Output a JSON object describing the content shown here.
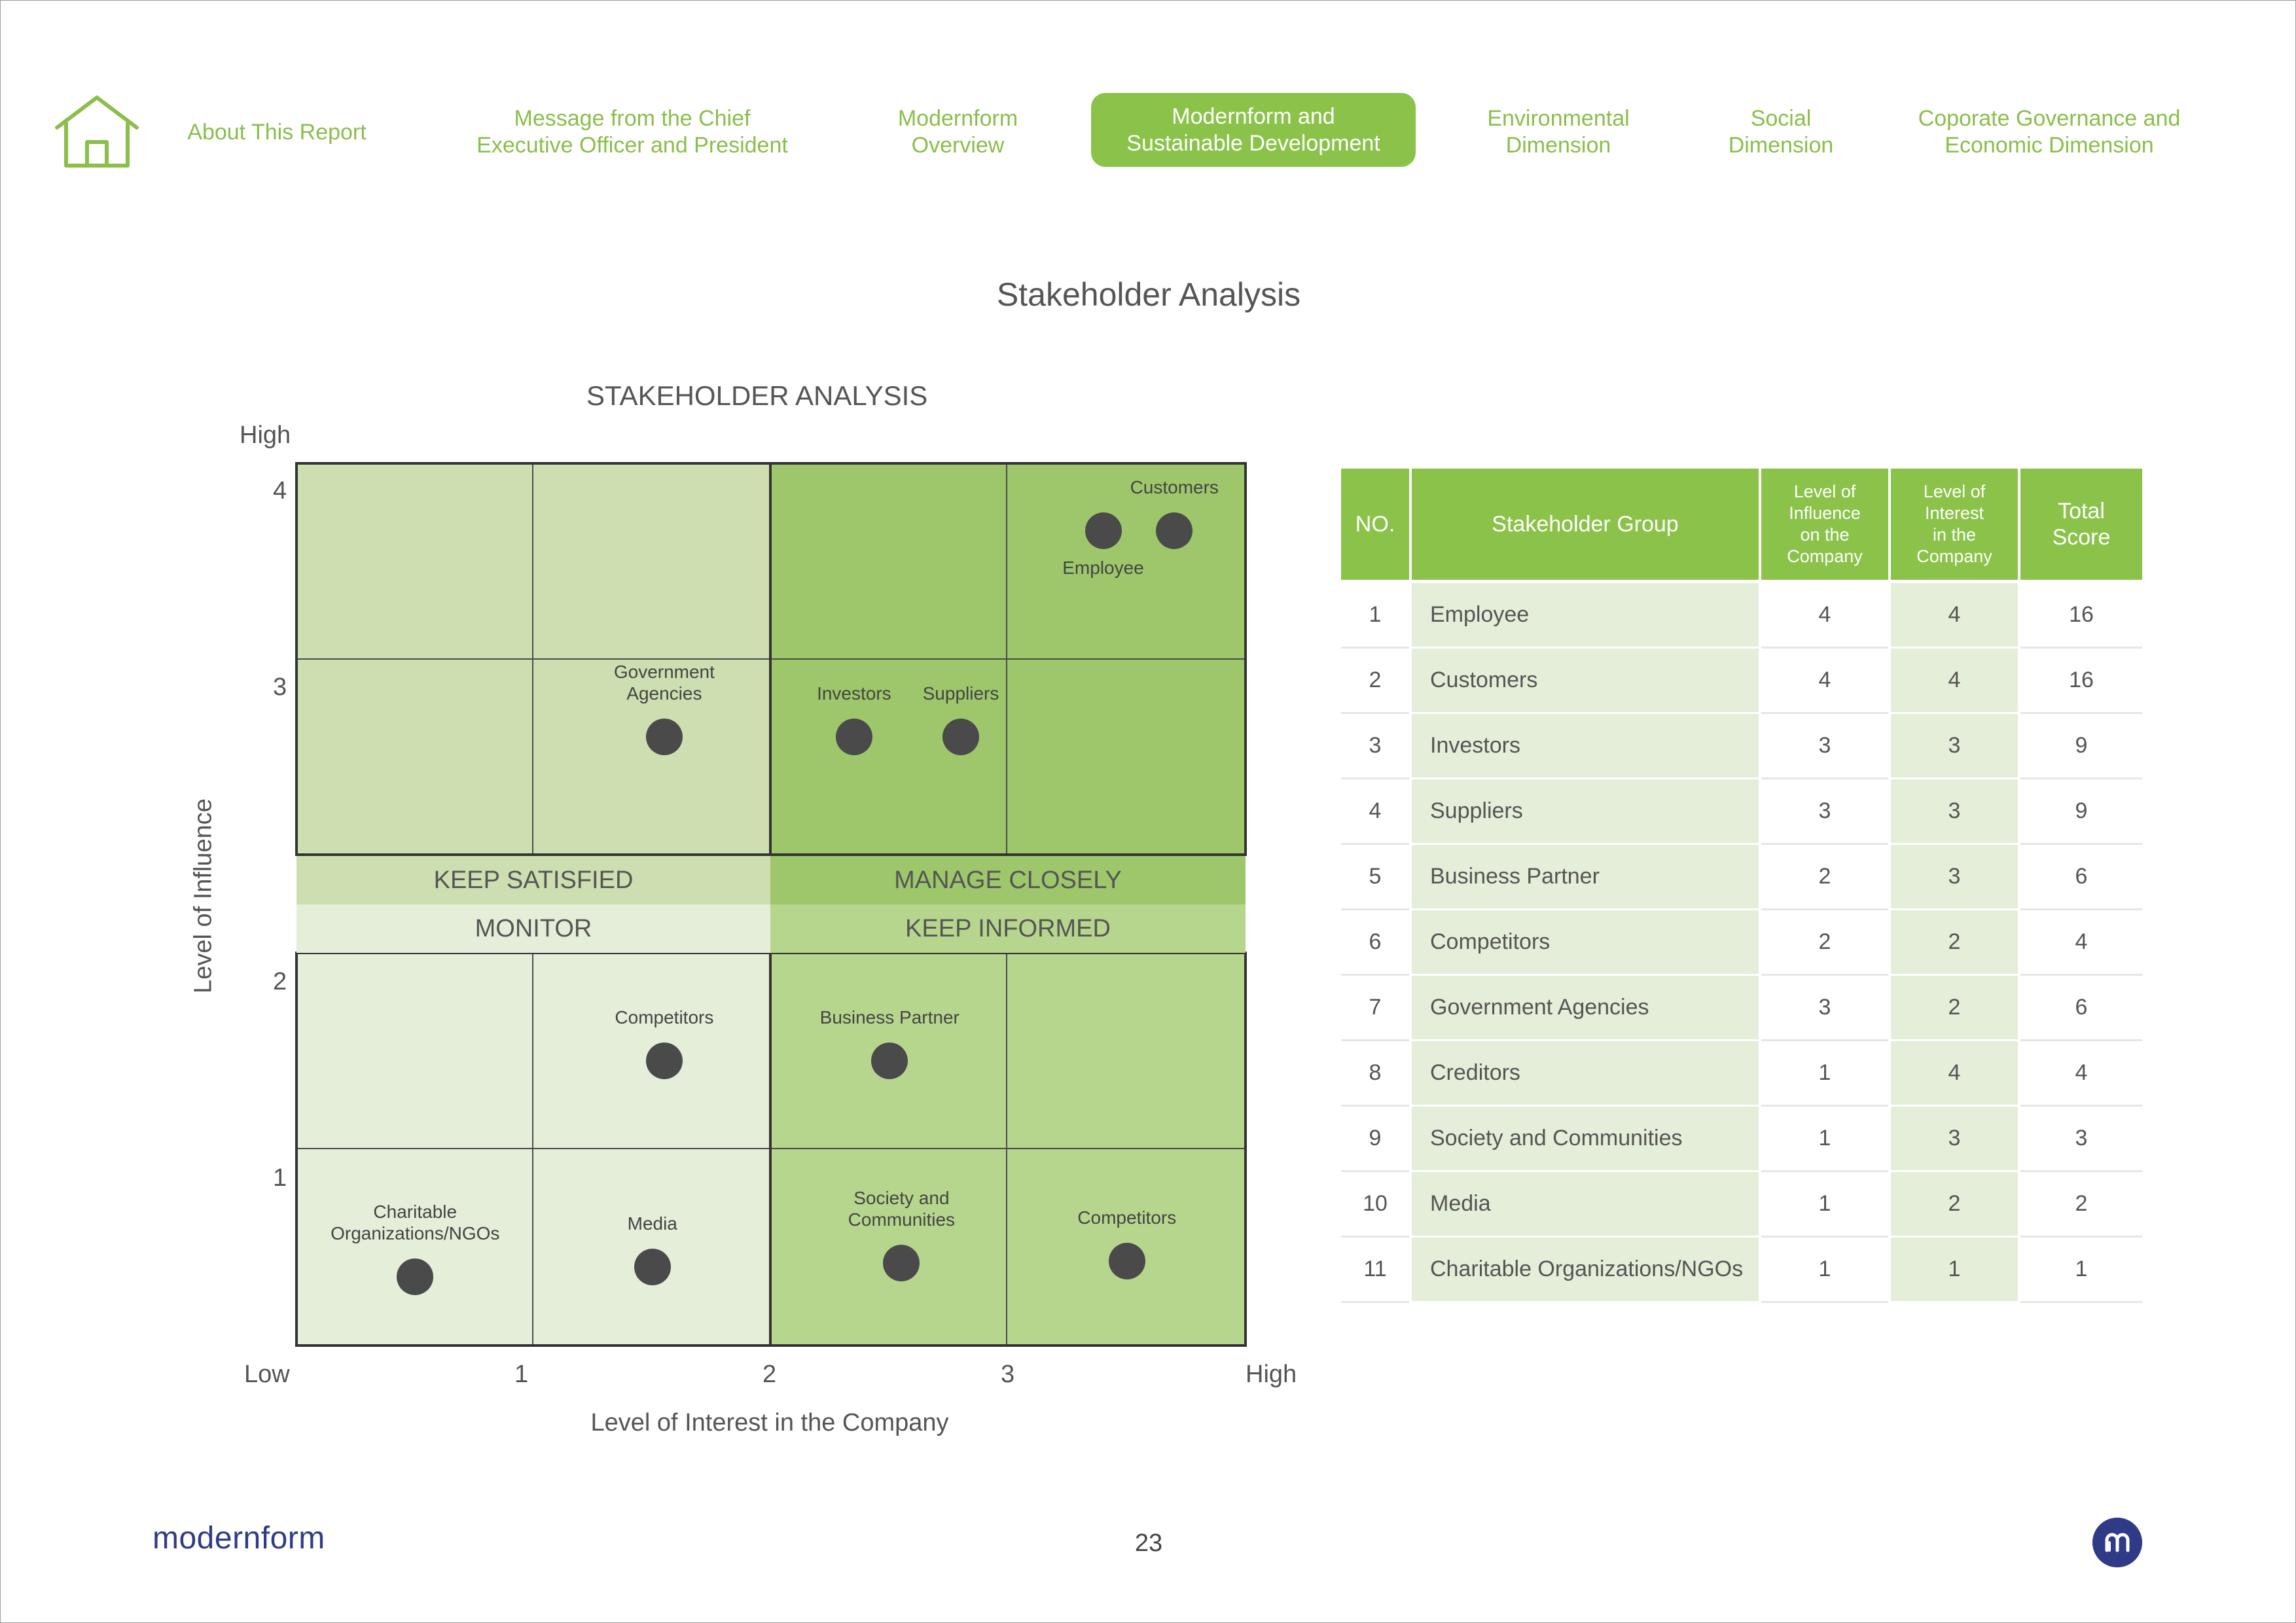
{
  "nav": {
    "items": [
      {
        "label": "About This Report"
      },
      {
        "label": "Message from the Chief\nExecutive Officer and President"
      },
      {
        "label": "Modernform\nOverview"
      },
      {
        "label": "Modernform and\nSustainable Development",
        "active": true
      },
      {
        "label": "Environmental\nDimension"
      },
      {
        "label": "Social\nDimension"
      },
      {
        "label": "Coporate Governance and\nEconomic Dimension"
      }
    ],
    "home_icon": "home-icon"
  },
  "page_title": "Stakeholder Analysis",
  "chart_data": {
    "type": "scatter",
    "title": "STAKEHOLDER ANALYSIS",
    "xlabel": "Level of Interest in the Company",
    "ylabel": "Level of Influence",
    "x_ticks": [
      "Low",
      "1",
      "2",
      "3",
      "High"
    ],
    "y_ticks": [
      "4",
      "3",
      "2",
      "1"
    ],
    "y_high_label": "High",
    "xlim": [
      0,
      4
    ],
    "ylim": [
      0,
      4
    ],
    "grid": true,
    "quadrants": {
      "top_left": "KEEP SATISFIED",
      "top_right": "MANAGE CLOSELY",
      "bottom_left": "MONITOR",
      "bottom_right": "KEEP INFORMED"
    },
    "points": [
      {
        "label": "Customers",
        "x": 3.7,
        "y": 3.65
      },
      {
        "label": "Employee",
        "x": 3.4,
        "y": 3.65
      },
      {
        "label": "Government\nAgencies",
        "x": 1.55,
        "y": 2.6
      },
      {
        "label": "Investors",
        "x": 2.35,
        "y": 2.6
      },
      {
        "label": "Suppliers",
        "x": 2.8,
        "y": 2.6
      },
      {
        "label": "Competitors",
        "x": 1.55,
        "y": 1.45
      },
      {
        "label": "Business Partner",
        "x": 2.5,
        "y": 1.45
      },
      {
        "label": "Charitable\nOrganizations/NGOs",
        "x": 0.5,
        "y": 0.35
      },
      {
        "label": "Media",
        "x": 1.5,
        "y": 0.4
      },
      {
        "label": "Society and\nCommunities",
        "x": 2.55,
        "y": 0.42
      },
      {
        "label": "Competitors",
        "x": 3.5,
        "y": 0.43
      }
    ]
  },
  "table": {
    "headers": [
      "NO.",
      "Stakeholder Group",
      "Level of\nInfluence\non the\nCompany",
      "Level of\nInterest\nin the\nCompany",
      "Total\nScore"
    ],
    "rows": [
      [
        "1",
        "Employee",
        "4",
        "4",
        "16"
      ],
      [
        "2",
        "Customers",
        "4",
        "4",
        "16"
      ],
      [
        "3",
        "Investors",
        "3",
        "3",
        "9"
      ],
      [
        "4",
        "Suppliers",
        "3",
        "3",
        "9"
      ],
      [
        "5",
        "Business Partner",
        "2",
        "3",
        "6"
      ],
      [
        "6",
        "Competitors",
        "2",
        "2",
        "4"
      ],
      [
        "7",
        "Government Agencies",
        "3",
        "2",
        "6"
      ],
      [
        "8",
        "Creditors",
        "1",
        "4",
        "4"
      ],
      [
        "9",
        "Society and Communities",
        "1",
        "3",
        "3"
      ],
      [
        "10",
        "Media",
        "1",
        "2",
        "2"
      ],
      [
        "11",
        "Charitable Organizations/NGOs",
        "1",
        "1",
        "1"
      ]
    ]
  },
  "footer": {
    "brand": "modernform",
    "page_number": "23",
    "badge_icon": "modernform-m-logo-icon"
  },
  "colors": {
    "accent": "#8bc34a",
    "keep_satisfied": "#cddfb0",
    "manage_closely": "#9dc76a",
    "monitor": "#e5eed9",
    "keep_informed": "#b7d68d",
    "brand_blue": "#2f3b87"
  }
}
